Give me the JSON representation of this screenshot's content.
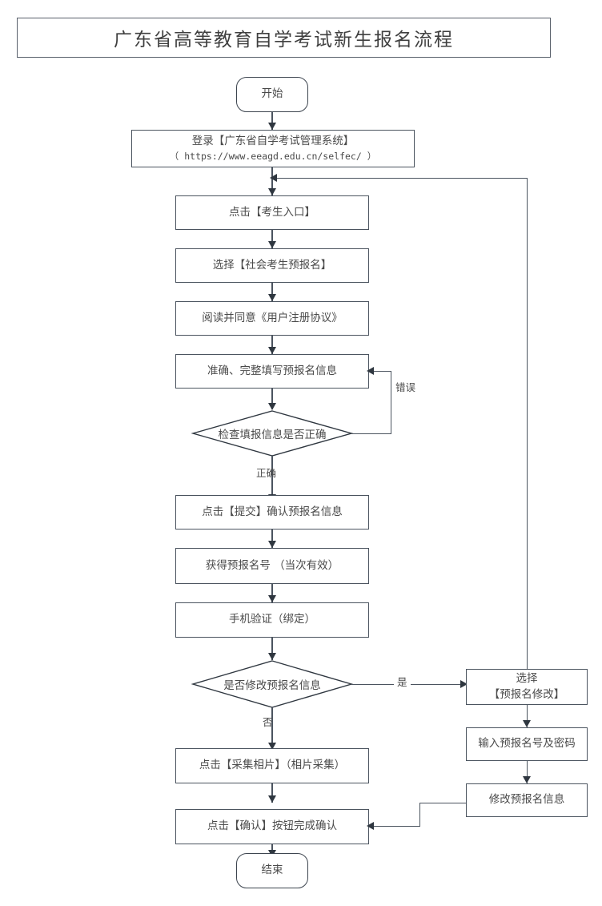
{
  "document": {
    "title": "广东省高等教育自学考试新生报名流程"
  },
  "chart_data": {
    "type": "diagram",
    "diagram_kind": "flowchart",
    "title": "广东省高等教育自学考试新生报名流程",
    "orientation": "top-to-bottom",
    "nodes": [
      {
        "id": "start",
        "shape": "terminator",
        "label": "开始"
      },
      {
        "id": "login",
        "shape": "process",
        "label_line1": "登录【广东省自学考试管理系统】",
        "label_line2": "（ https://www.eeagd.edu.cn/selfec/ ）"
      },
      {
        "id": "entry",
        "shape": "process",
        "label": "点击【考生入口】"
      },
      {
        "id": "prereg",
        "shape": "process",
        "label": "选择【社会考生预报名】"
      },
      {
        "id": "agreement",
        "shape": "process",
        "label": "阅读并同意《用户注册协议》"
      },
      {
        "id": "fillinfo",
        "shape": "process",
        "label": "准确、完整填写预报名信息"
      },
      {
        "id": "check",
        "shape": "decision",
        "label": "检查填报信息是否正确"
      },
      {
        "id": "submit",
        "shape": "process",
        "label": "点击【提交】确认预报名信息"
      },
      {
        "id": "getnumber",
        "shape": "process",
        "label": "获得预报名号 （当次有效）"
      },
      {
        "id": "phone",
        "shape": "process",
        "label": "手机验证（绑定）"
      },
      {
        "id": "modifyq",
        "shape": "decision",
        "label": "是否修改预报名信息"
      },
      {
        "id": "photo",
        "shape": "process",
        "label": "点击【采集相片】（相片采集）"
      },
      {
        "id": "confirm",
        "shape": "process",
        "label": "点击【确认】按钮完成确认"
      },
      {
        "id": "end",
        "shape": "terminator",
        "label": "结束"
      },
      {
        "id": "selmodify",
        "shape": "process",
        "label_line1": "选择",
        "label_line2": "【预报名修改】"
      },
      {
        "id": "inputcred",
        "shape": "process",
        "label": "输入预报名号及密码"
      },
      {
        "id": "domodify",
        "shape": "process",
        "label": "修改预报名信息"
      }
    ],
    "edges": [
      {
        "from": "start",
        "to": "login",
        "label": ""
      },
      {
        "from": "login",
        "to": "entry",
        "label": ""
      },
      {
        "from": "entry",
        "to": "prereg",
        "label": ""
      },
      {
        "from": "prereg",
        "to": "agreement",
        "label": ""
      },
      {
        "from": "agreement",
        "to": "fillinfo",
        "label": ""
      },
      {
        "from": "fillinfo",
        "to": "check",
        "label": ""
      },
      {
        "from": "check",
        "to": "fillinfo",
        "label": "错误"
      },
      {
        "from": "check",
        "to": "submit",
        "label": "正确"
      },
      {
        "from": "submit",
        "to": "getnumber",
        "label": ""
      },
      {
        "from": "getnumber",
        "to": "phone",
        "label": ""
      },
      {
        "from": "phone",
        "to": "modifyq",
        "label": ""
      },
      {
        "from": "modifyq",
        "to": "selmodify",
        "label": "是"
      },
      {
        "from": "modifyq",
        "to": "photo",
        "label": "否"
      },
      {
        "from": "photo",
        "to": "confirm",
        "label": ""
      },
      {
        "from": "confirm",
        "to": "end",
        "label": ""
      },
      {
        "from": "selmodify",
        "to": "inputcred",
        "label": ""
      },
      {
        "from": "inputcred",
        "to": "domodify",
        "label": ""
      },
      {
        "from": "domodify",
        "to": "confirm",
        "label": ""
      },
      {
        "from": "selmodify",
        "to": "entry",
        "label": ""
      }
    ],
    "edge_labels": {
      "error": "错误",
      "correct": "正确",
      "yes": "是",
      "no": "否"
    },
    "colors": {
      "border": "#4b545f",
      "text": "#4a4a4a",
      "background": "#ffffff",
      "arrow": "#2f3740"
    }
  }
}
